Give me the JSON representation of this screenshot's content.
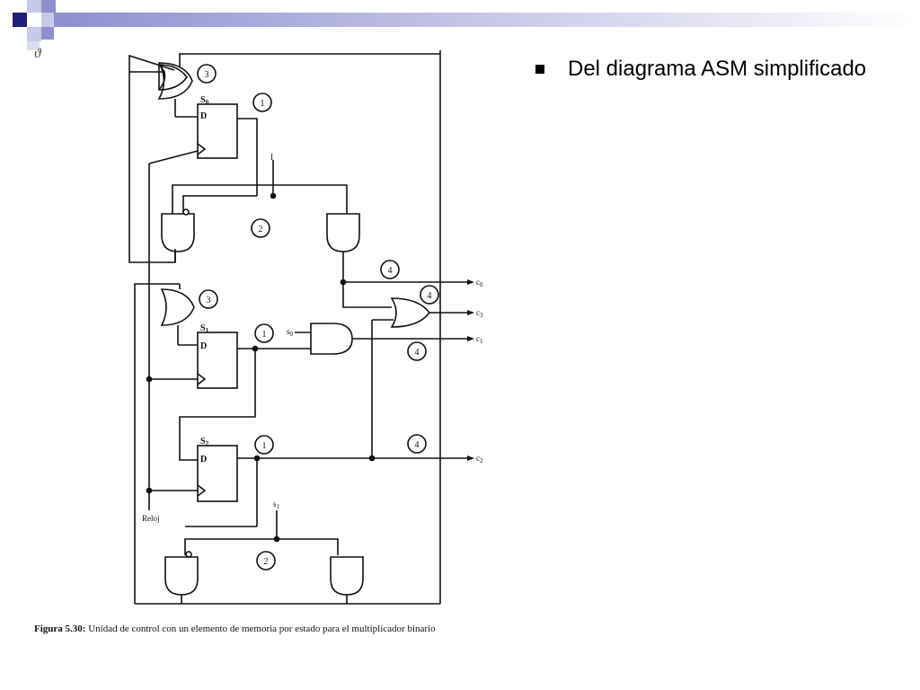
{
  "slide": {
    "bullets": [
      {
        "text": "Del diagrama ASM simplificado"
      }
    ]
  },
  "figure": {
    "scan_mark": "ϑ",
    "caption_label": "Figura 5.30:",
    "caption_text": "Unidad de control con un elemento de memoria por estado para el multiplicador binario",
    "labels": {
      "s0": "S",
      "s0_sub": "0",
      "s1": "S",
      "s1_sub": "1",
      "s2": "S",
      "s2_sub": "2",
      "d": "D",
      "input_i": "I",
      "input_s0": "s",
      "input_s0_sub": "0",
      "input_s1": "s",
      "input_s1_sub": "1",
      "clock": "Reloj",
      "out_c0": "c",
      "out_c0_sub": "0",
      "out_c1": "c",
      "out_c1_sub": "1",
      "out_c2": "c",
      "out_c2_sub": "2",
      "out_c3": "c",
      "out_c3_sub": "3"
    },
    "step_numbers": [
      "1",
      "2",
      "3",
      "4"
    ]
  },
  "colors": {
    "deco_dark": "#1f1f7a",
    "deco_mid": "#8f8fd0",
    "deco_light": "#c8c8e8",
    "line": "#111111"
  }
}
